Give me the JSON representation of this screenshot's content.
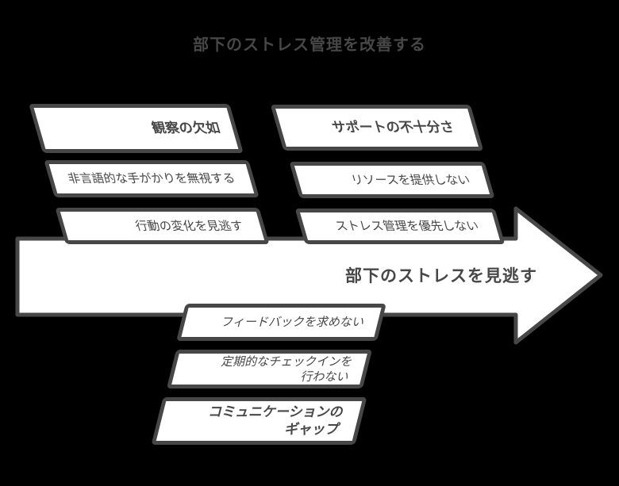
{
  "title": "部下のストレス管理を改善する",
  "colors": {
    "background": "#000000",
    "stroke": "#474747",
    "box_fill": "#ffffff",
    "text": "#474747"
  },
  "fishbone": {
    "effect": "部下のストレスを見逃す",
    "branches": {
      "top_left": {
        "category": "観察の欠如",
        "items": [
          "非言語的な手がかりを無視する",
          "行動の変化を見逃す"
        ]
      },
      "top_right": {
        "category": "サポートの不十分さ",
        "items": [
          "リソースを提供しない",
          "ストレス管理を優先しない"
        ]
      },
      "bottom": {
        "category_lines": [
          "コミュニケーションの",
          "ギャップ"
        ],
        "items": [
          {
            "lines": [
              "フィードバックを求めない"
            ]
          },
          {
            "lines": [
              "定期的なチェックインを",
              "行わない"
            ]
          }
        ]
      }
    }
  }
}
